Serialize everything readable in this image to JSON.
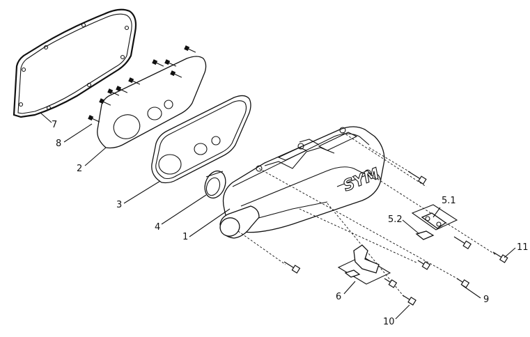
{
  "diagram": {
    "logo_text": "SYM",
    "callouts": [
      "1",
      "2",
      "3",
      "4",
      "5.1",
      "5.2",
      "6",
      "7",
      "8",
      "9",
      "10",
      "11"
    ]
  }
}
